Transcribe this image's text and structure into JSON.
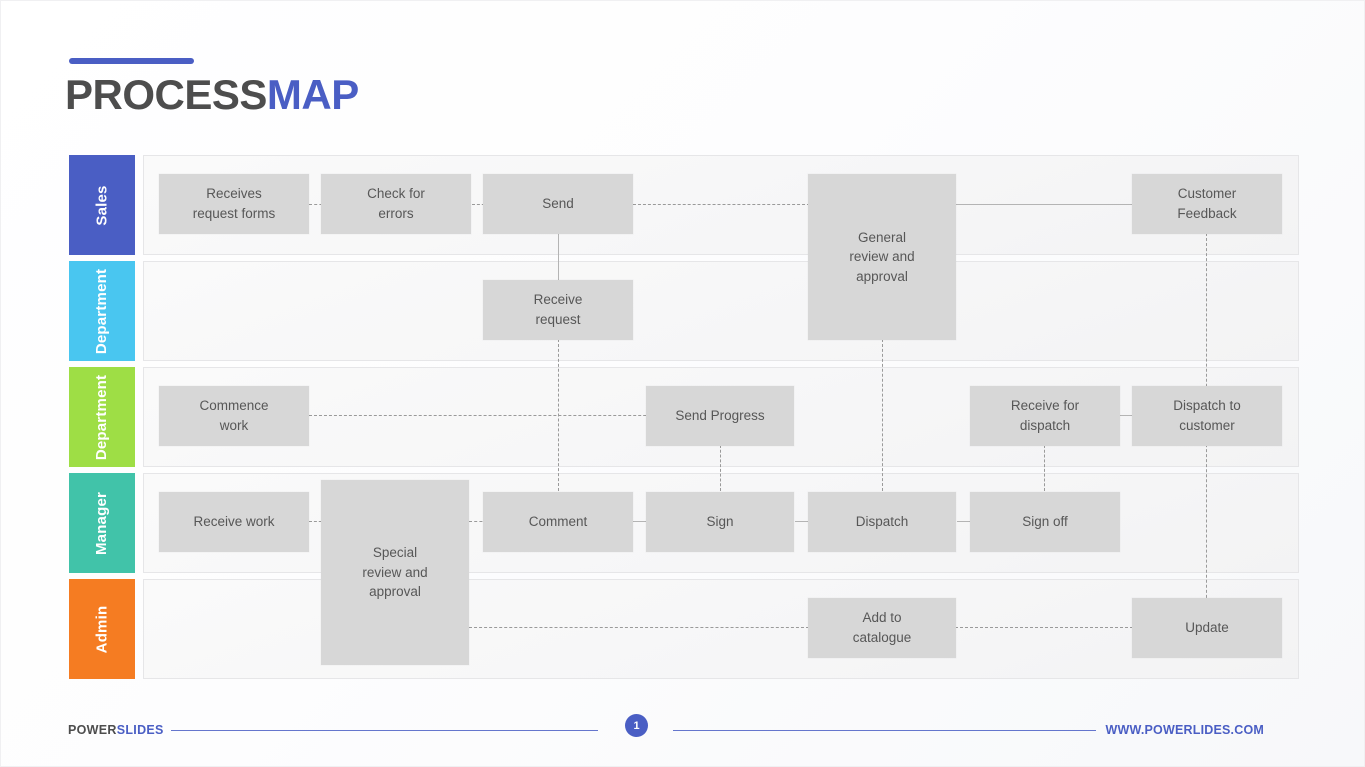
{
  "title": {
    "part1": "PROCESS",
    "part2": "MAP"
  },
  "colors": {
    "accent": "#4a5ec4",
    "node_fill": "#d7d7d7",
    "node_text": "#575757",
    "lane_sales": "#4a5ec4",
    "lane_department_1": "#49c6f0",
    "lane_department_2": "#9ede45",
    "lane_manager": "#41c3a9",
    "lane_admin": "#f57c22"
  },
  "lanes": [
    {
      "label": "Sales",
      "color": "#4a5ec4"
    },
    {
      "label": "Department",
      "color": "#49c6f0"
    },
    {
      "label": "Department",
      "color": "#9ede45"
    },
    {
      "label": "Manager",
      "color": "#41c3a9"
    },
    {
      "label": "Admin",
      "color": "#f57c22"
    }
  ],
  "nodes": {
    "receives_request_forms": "Receives\nrequest forms",
    "check_for_errors": "Check for\nerrors",
    "send": "Send",
    "general_review_and_approval": "General\nreview and\napproval",
    "customer_feedback": "Customer\nFeedback",
    "receive_request": "Receive\nrequest",
    "commence_work": "Commence\nwork",
    "send_progress": "Send Progress",
    "receive_for_dispatch": "Receive for\ndispatch",
    "dispatch_to_customer": "Dispatch to\ncustomer",
    "receive_work": "Receive work",
    "special_review_and_approval": "Special\nreview and\napproval",
    "comment": "Comment",
    "sign": "Sign",
    "dispatch": "Dispatch",
    "sign_off": "Sign off",
    "add_to_catalogue": "Add to\ncatalogue",
    "update": "Update"
  },
  "footer": {
    "brand_part1": "POWER",
    "brand_part2": "SLIDES",
    "page_number": "1",
    "website": "WWW.POWERLIDES.COM"
  }
}
